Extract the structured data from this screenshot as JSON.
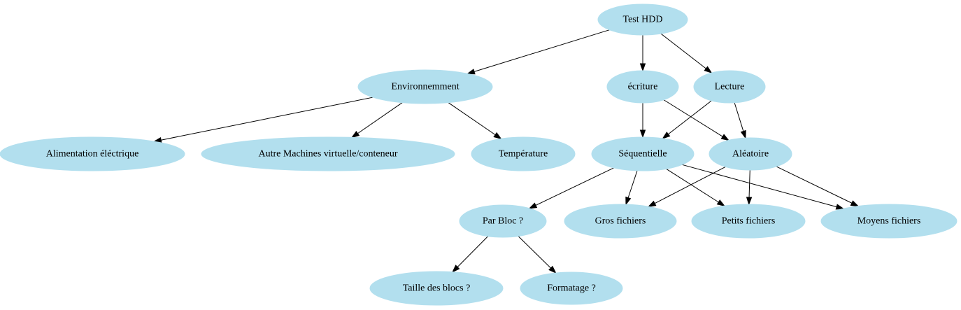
{
  "diagram": {
    "node_color": "#b2dfee",
    "edge_color": "#000000",
    "nodes": [
      {
        "id": "test_hdd",
        "label": "Test HDD"
      },
      {
        "id": "environnement",
        "label": "Environnemment"
      },
      {
        "id": "ecriture",
        "label": "écriture"
      },
      {
        "id": "lecture",
        "label": "Lecture"
      },
      {
        "id": "alimentation",
        "label": "Alimentation éléctrique"
      },
      {
        "id": "autre_machines",
        "label": "Autre Machines virtuelle/conteneur"
      },
      {
        "id": "temperature",
        "label": "Température"
      },
      {
        "id": "sequentielle",
        "label": "Séquentielle"
      },
      {
        "id": "aleatoire",
        "label": "Aléatoire"
      },
      {
        "id": "par_bloc",
        "label": "Par Bloc ?"
      },
      {
        "id": "gros_fichiers",
        "label": "Gros fichiers"
      },
      {
        "id": "petits_fichiers",
        "label": "Petits fichiers"
      },
      {
        "id": "moyens_fichiers",
        "label": "Moyens fichiers"
      },
      {
        "id": "taille_blocs",
        "label": "Taille des blocs ?"
      },
      {
        "id": "formatage",
        "label": "Formatage ?"
      }
    ],
    "edges": [
      {
        "from": "test_hdd",
        "to": "environnement"
      },
      {
        "from": "test_hdd",
        "to": "ecriture"
      },
      {
        "from": "test_hdd",
        "to": "lecture"
      },
      {
        "from": "environnement",
        "to": "alimentation"
      },
      {
        "from": "environnement",
        "to": "autre_machines"
      },
      {
        "from": "environnement",
        "to": "temperature"
      },
      {
        "from": "ecriture",
        "to": "sequentielle"
      },
      {
        "from": "ecriture",
        "to": "aleatoire"
      },
      {
        "from": "lecture",
        "to": "sequentielle"
      },
      {
        "from": "lecture",
        "to": "aleatoire"
      },
      {
        "from": "sequentielle",
        "to": "par_bloc"
      },
      {
        "from": "sequentielle",
        "to": "gros_fichiers"
      },
      {
        "from": "sequentielle",
        "to": "petits_fichiers"
      },
      {
        "from": "sequentielle",
        "to": "moyens_fichiers"
      },
      {
        "from": "aleatoire",
        "to": "gros_fichiers"
      },
      {
        "from": "aleatoire",
        "to": "petits_fichiers"
      },
      {
        "from": "aleatoire",
        "to": "moyens_fichiers"
      },
      {
        "from": "par_bloc",
        "to": "taille_blocs"
      },
      {
        "from": "par_bloc",
        "to": "formatage"
      }
    ]
  }
}
